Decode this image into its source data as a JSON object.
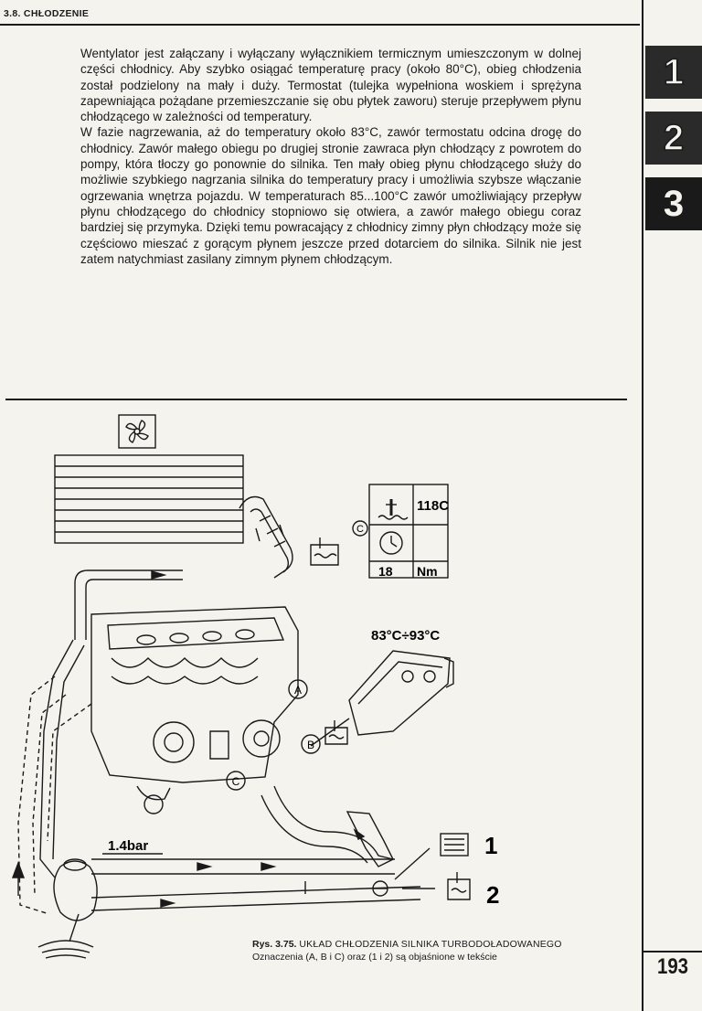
{
  "header": {
    "section": "3.8. CHŁODZENIE"
  },
  "tabs": [
    "1",
    "2",
    "3"
  ],
  "body": {
    "p1": "Wentylator jest załączany i wyłączany wyłącznikiem termicznym umieszczonym w dolnej części chłodnicy. Aby szybko osiągać temperaturę pracy (około 80°C), obieg chłodzenia został podzielony na mały i duży. Termostat (tulejka wypełniona woskiem i sprężyna zapewniająca pożądane przemieszczanie się obu płytek zaworu) steruje przepływem płynu chłodzącego w zależności od temperatury.",
    "p2": "W fazie nagrzewania, aż do temperatury około 83°C, zawór termostatu odcina drogę do chłodnicy. Zawór małego obiegu po drugiej stronie zawraca płyn chłodzący z powrotem do pompy, która tłoczy go ponownie do silnika. Ten mały obieg płynu chłodzącego służy do możliwie szybkiego nagrzania silnika do temperatury pracy i umożliwia szybsze włączanie ogrzewania wnętrza pojazdu. W temperaturach 85...100°C zawór umożliwiający przepływ płynu chłodzącego do chłodnicy stopniowo się otwiera, a zawór małego obiegu coraz bardziej się przymyka. Dzięki temu powracający z chłodnicy zimny płyn chłodzący może się częściowo mieszać z gorącym płynem jeszcze przed dotarciem do silnika. Silnik nie jest zatem natychmiast zasilany zimnym płynem chłodzącym."
  },
  "diagram": {
    "labels": {
      "temp_value": "118C",
      "torque_value": "18",
      "torque_unit": "Nm",
      "thermostat_range": "83°C÷93°C",
      "pressure": "1.4bar",
      "marker_a": "A",
      "marker_b": "B",
      "marker_c": "C",
      "num_1": "1",
      "num_2": "2"
    }
  },
  "caption": {
    "number": "Rys. 3.75.",
    "title": "UKŁAD CHŁODZENIA SILNIKA TURBODOŁADOWANEGO",
    "subtitle": "Oznaczenia (A, B i C) oraz (1 i 2) są objaśnione w tekście"
  },
  "page_number": "193"
}
